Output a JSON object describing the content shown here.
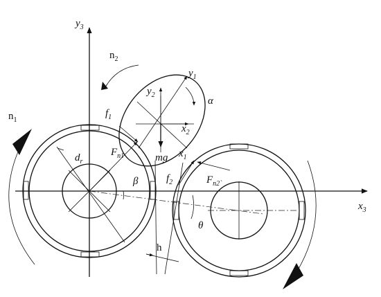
{
  "labels": {
    "y3": "y",
    "y3_sub": "3",
    "x3": "x",
    "x3_sub": "3",
    "n1": "n",
    "n1_sub": "1",
    "n2": "n",
    "n2_sub": "2",
    "y1": "y",
    "y1_sub": "1",
    "y2": "y",
    "y2_sub": "2",
    "x1": "x",
    "x1_sub": "1",
    "x2": "x",
    "x2_sub": "2",
    "alpha": "α",
    "beta": "β",
    "theta": "θ",
    "f1": "f",
    "f1_sub": "1",
    "f2": "f",
    "f2_sub": "2",
    "fn1": "F",
    "fn1_sub": "n1",
    "fn2": "F",
    "fn2_sub": "n2`",
    "mg": "mg",
    "d": "d",
    "d_sub": "r",
    "h": "h"
  },
  "colors": {
    "stroke": "#111111",
    "background": "#ffffff"
  }
}
